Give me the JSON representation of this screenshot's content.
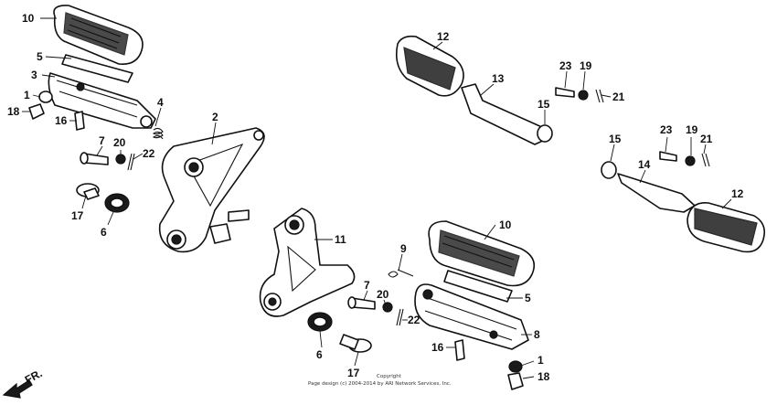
{
  "callouts": {
    "c10a": "10",
    "c5a": "5",
    "c3": "3",
    "c1a": "1",
    "c18a": "18",
    "c16a": "16",
    "c4": "4",
    "c2": "2",
    "c7a": "7",
    "c20a": "20",
    "c22a": "22",
    "c17a": "17",
    "c6a": "6",
    "c11": "11",
    "c9": "9",
    "c7b": "7",
    "c20b": "20",
    "c22b": "22",
    "c6b": "6",
    "c17b": "17",
    "c10b": "10",
    "c5b": "5",
    "c8": "8",
    "c16b": "16",
    "c1b": "1",
    "c18b": "18",
    "c12a": "12",
    "c13": "13",
    "c23a": "23",
    "c19a": "19",
    "c21a": "21",
    "c15a": "15",
    "c15b": "15",
    "c14": "14",
    "c23b": "23",
    "c19b": "19",
    "c21b": "21",
    "c12b": "12"
  },
  "direction_label": "FR.",
  "copyright": {
    "line1": "Copyright",
    "line2": "Page design (c) 2004-2014 by ARI Network Services, Inc."
  }
}
